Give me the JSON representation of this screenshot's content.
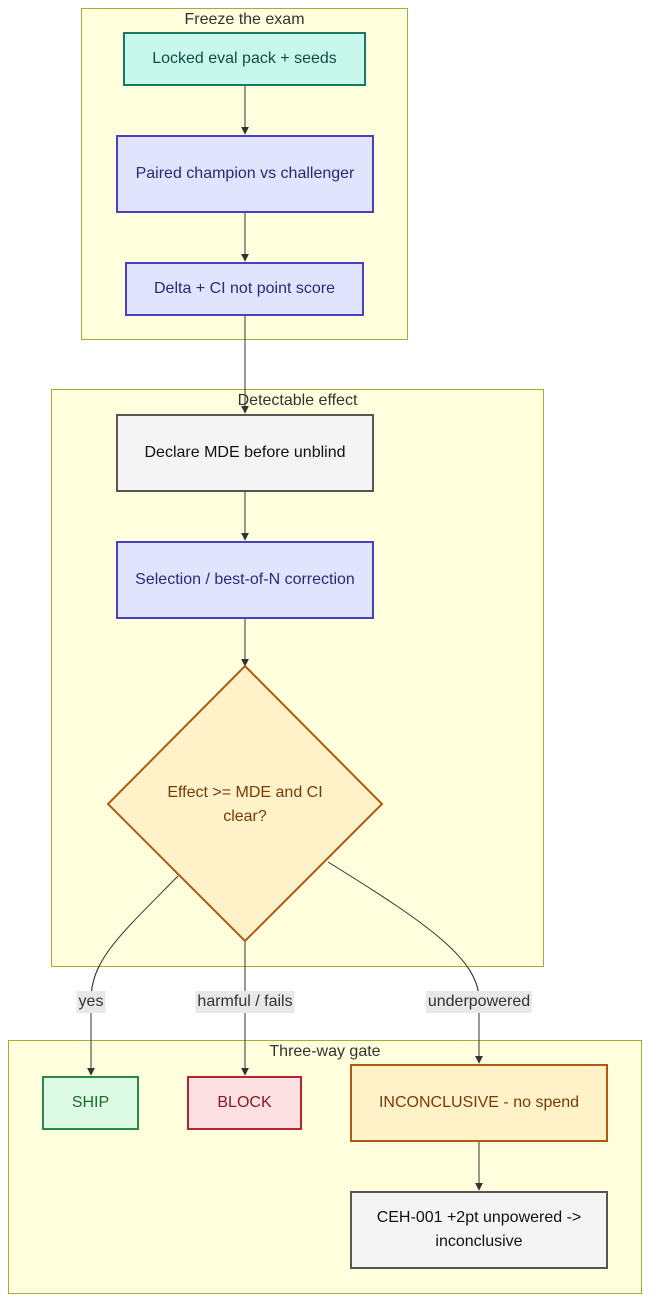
{
  "clusters": {
    "freeze": {
      "title": "Freeze the exam"
    },
    "detectable": {
      "title": "Detectable effect"
    },
    "gate": {
      "title": "Three-way gate"
    }
  },
  "nodes": {
    "locked": "Locked eval pack + seeds",
    "paired": "Paired champion vs challenger",
    "delta": "Delta + CI not point score",
    "declare_mde": "Declare MDE before unblind",
    "selection": "Selection / best-of-N correction",
    "decision": "Effect >= MDE and CI clear?",
    "ship": "SHIP",
    "block": "BLOCK",
    "inconclusive": "INCONCLUSIVE - no spend",
    "ceh": "CEH-001 +2pt unpowered -> inconclusive"
  },
  "edges": {
    "yes": "yes",
    "harmful": "harmful / fails",
    "underpowered": "underpowered"
  },
  "colors": {
    "cluster_fill": "#ffffde",
    "cluster_border": "#aaaa33",
    "edge": "#333333",
    "decision_fill": "#fff2c8",
    "decision_border": "#b05a10"
  }
}
